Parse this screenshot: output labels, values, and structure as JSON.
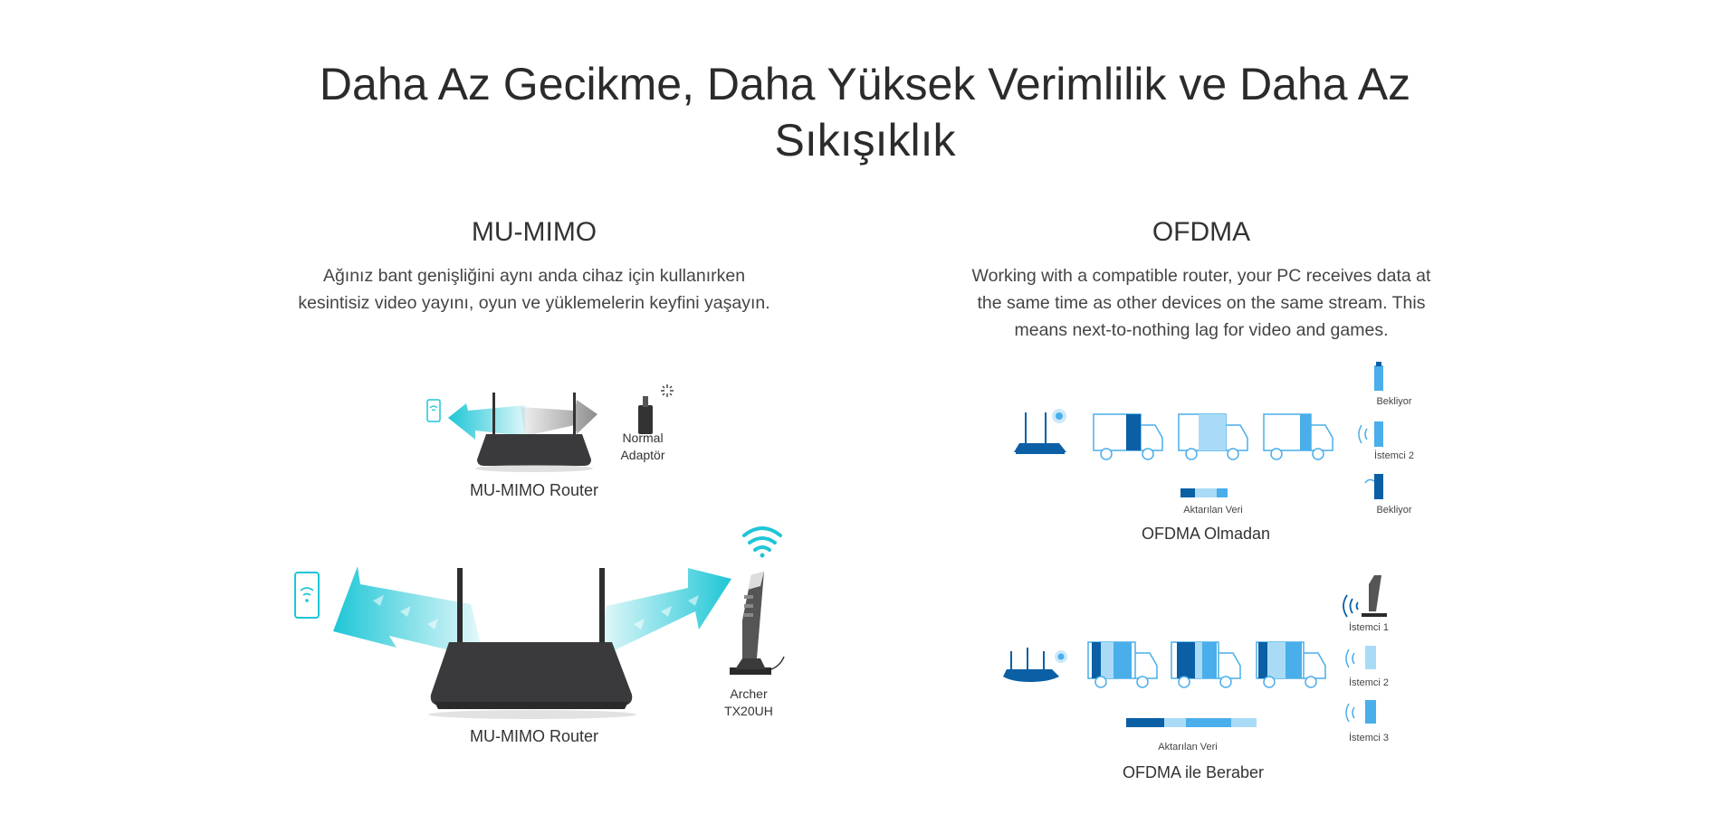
{
  "page": {
    "title_line1": "Daha Az Gecikme, Daha Yüksek Verimlilik ve Daha Az",
    "title_line2": "Sıkışıklık"
  },
  "mumimo": {
    "title": "MU-MIMO",
    "desc_line1": "Ağınız bant genişliğini aynı anda cihaz için kullanırken",
    "desc_line2": "kesintisiz video yayını, oyun ve yüklemelerin keyfini yaşayın.",
    "top_router_caption": "MU-MIMO Router",
    "normal_adapter_line1": "Normal",
    "normal_adapter_line2": "Adaptör",
    "bottom_router_caption": "MU-MIMO Router",
    "archer_line1": "Archer",
    "archer_line2": "TX20UH"
  },
  "ofdma": {
    "title": "OFDMA",
    "desc_line1": "Working with a compatible router, your PC receives data at",
    "desc_line2": "the same time as other devices on the same stream. This",
    "desc_line3": "means next-to-nothing lag for video and games.",
    "without": {
      "caption": "OFDMA Olmadan",
      "legend": "Aktarılan Veri",
      "client_top": "Bekliyor",
      "client_mid": "İstemci 2",
      "client_bottom": "Bekliyor"
    },
    "with": {
      "caption": "OFDMA ile Beraber",
      "legend": "Aktarılan Veri",
      "client_1": "İstemci 1",
      "client_2": "İstemci 2",
      "client_3": "İstemci 3"
    }
  },
  "colors": {
    "teal": "#1ec6d6",
    "dark_blue": "#0b5fa5",
    "mid_blue": "#4aaeea",
    "light_blue": "#a9dbf7",
    "router_body": "#3a3a3c"
  }
}
